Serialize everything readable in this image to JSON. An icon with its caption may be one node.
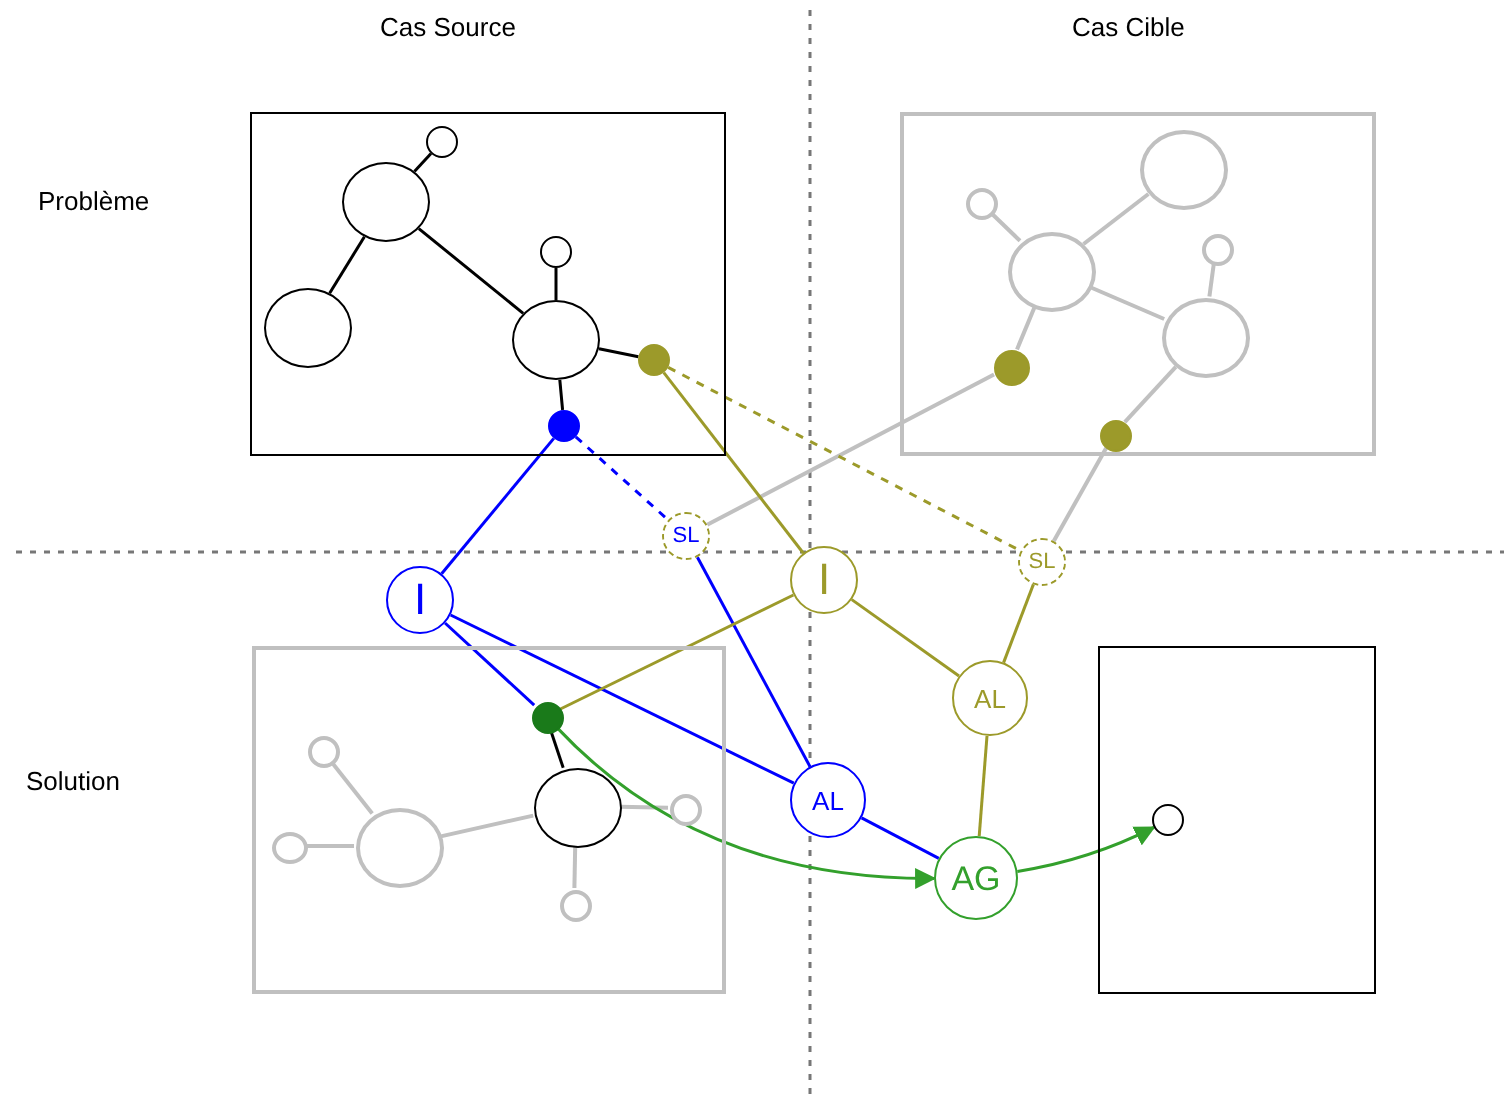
{
  "diagram": {
    "nodes": [
      {
        "text": [],
        "shape": "box"
      },
      {
        "text": [],
        "shape": "circle",
        "in": 0
      },
      {
        "text": [],
        "shape": "circle",
        "in": 0
      },
      {
        "text": [],
        "shape": "circle",
        "in": 0
      },
      {
        "text": [],
        "shape": "circle",
        "in": 0
      },
      {
        "text": [],
        "shape": "circle",
        "in": 0
      },
      {
        "text": [],
        "shape": "circle",
        "in": 0
      },
      {
        "text": [],
        "shape": "circle",
        "in": 0
      },
      {
        "text": [],
        "shape": "box"
      },
      {
        "text": [],
        "shape": "circle",
        "in": 8
      },
      {
        "text": [],
        "shape": "circle",
        "in": 8
      },
      {
        "text": [],
        "shape": "circle",
        "in": 8
      },
      {
        "text": [],
        "shape": "circle",
        "in": 8
      },
      {
        "text": [],
        "shape": "circle",
        "in": 8
      },
      {
        "text": [],
        "shape": "circle",
        "in": 8
      },
      {
        "text": [],
        "shape": "circle",
        "in": 8
      },
      {
        "text": [],
        "shape": "box"
      },
      {
        "text": [],
        "shape": "circle",
        "in": 16
      },
      {
        "text": [],
        "shape": "circle",
        "in": 16
      },
      {
        "text": [],
        "shape": "circle",
        "in": 16
      },
      {
        "text": [],
        "shape": "circle",
        "in": 16
      },
      {
        "text": [],
        "shape": "circle",
        "in": 16
      },
      {
        "text": [],
        "shape": "circle",
        "in": 16
      },
      {
        "text": [],
        "shape": "circle",
        "in": 16
      },
      {
        "text": [],
        "shape": "box"
      },
      {
        "text": [],
        "shape": "circle",
        "in": 24
      },
      {
        "text": [
          "I"
        ]
      },
      {
        "text": [
          "SL"
        ]
      },
      {
        "text": [
          "I"
        ]
      },
      {
        "text": [
          "SL"
        ]
      },
      {
        "text": [
          "AL"
        ]
      },
      {
        "text": [
          "AL"
        ]
      },
      {
        "text": [
          "AG"
        ]
      }
    ],
    "edges": [
      {
        "from": 1,
        "to": 2,
        "arrow": "none",
        "color": "#000000"
      },
      {
        "from": 2,
        "to": 3,
        "arrow": "none",
        "color": "#000000"
      },
      {
        "from": 2,
        "to": 5,
        "arrow": "none",
        "color": "#000000"
      },
      {
        "from": 4,
        "to": 5,
        "arrow": "none",
        "color": "#000000"
      },
      {
        "from": 5,
        "to": 6,
        "arrow": "none",
        "color": "#000000"
      },
      {
        "from": 5,
        "to": 7,
        "arrow": "none",
        "color": "#000000"
      },
      {
        "from": 9,
        "to": 11,
        "arrow": "none"
      },
      {
        "from": 10,
        "to": 11,
        "arrow": "none"
      },
      {
        "from": 11,
        "to": 13,
        "arrow": "none"
      },
      {
        "from": 12,
        "to": 13,
        "arrow": "none"
      },
      {
        "from": 11,
        "to": 14,
        "arrow": "none"
      },
      {
        "from": 14,
        "to": 27,
        "arrow": "none"
      },
      {
        "from": 13,
        "to": 15,
        "arrow": "none"
      },
      {
        "from": 15,
        "to": 29,
        "arrow": "none"
      },
      {
        "from": 17,
        "to": 19,
        "arrow": "none"
      },
      {
        "from": 18,
        "to": 19,
        "arrow": "none"
      },
      {
        "from": 19,
        "to": 21,
        "arrow": "none"
      },
      {
        "from": 21,
        "to": 22,
        "arrow": "none"
      },
      {
        "from": 21,
        "to": 23,
        "arrow": "none"
      },
      {
        "from": 20,
        "to": 21,
        "arrow": "none",
        "color": "#000000"
      },
      {
        "from": 7,
        "to": 26,
        "arrow": "none",
        "color": "#0000ff"
      },
      {
        "from": 7,
        "to": 27,
        "arrow": "none",
        "style": "dashed",
        "color": "#0000ff"
      },
      {
        "from": 26,
        "to": 20,
        "arrow": "none",
        "color": "#0000ff"
      },
      {
        "from": 26,
        "to": 31,
        "arrow": "none",
        "color": "#0000ff"
      },
      {
        "from": 27,
        "to": 31,
        "arrow": "none",
        "color": "#0000ff"
      },
      {
        "from": 31,
        "to": 32,
        "arrow": "none",
        "color": "#0000ff"
      },
      {
        "from": 6,
        "to": 28,
        "arrow": "none",
        "color": "#9c9a2a"
      },
      {
        "from": 6,
        "to": 29,
        "arrow": "none",
        "style": "dashed",
        "color": "#9c9a2a"
      },
      {
        "from": 28,
        "to": 20,
        "arrow": "none",
        "color": "#9c9a2a"
      },
      {
        "from": 28,
        "to": 30,
        "arrow": "none",
        "color": "#9c9a2a"
      },
      {
        "from": 29,
        "to": 30,
        "arrow": "none",
        "color": "#9c9a2a"
      },
      {
        "from": 30,
        "to": 32,
        "arrow": "none",
        "color": "#9c9a2a"
      },
      {
        "from": 20,
        "to": 32,
        "arrow": "to",
        "color": "#33a02c"
      },
      {
        "from": 32,
        "to": 25,
        "arrow": "to",
        "color": "#33a02c"
      }
    ],
    "labels": [
      "Cas Source",
      "Cas Cible",
      "Problème",
      "Solution"
    ]
  }
}
